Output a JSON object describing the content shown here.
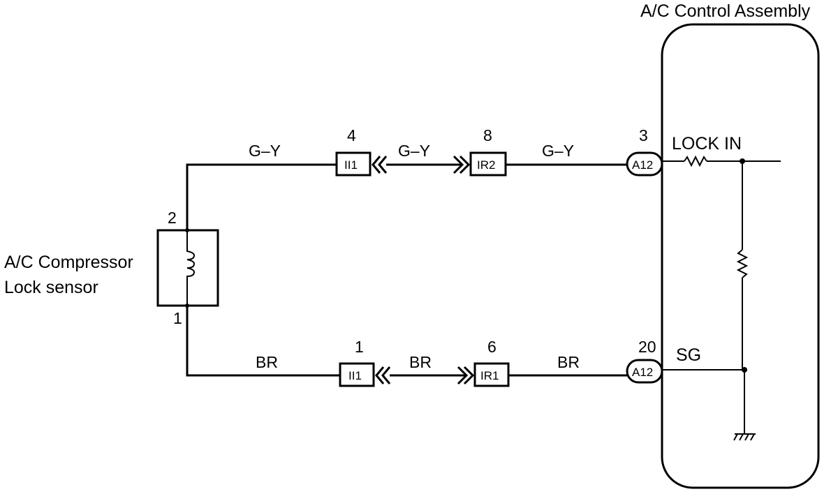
{
  "sensor": {
    "name_line1": "A/C Compressor",
    "name_line2": "Lock sensor",
    "pin_top": "2",
    "pin_bottom": "1"
  },
  "assembly": {
    "title": "A/C Control Assembly",
    "lock_in": "LOCK IN",
    "sg": "SG"
  },
  "top_wire": {
    "wire1": "G–Y",
    "wire2": "G–Y",
    "wire3": "G–Y",
    "conn_a": {
      "pin": "4",
      "label": "II1"
    },
    "conn_b": {
      "pin": "8",
      "label": "IR2"
    },
    "conn_c": {
      "pin": "3",
      "label": "A12"
    }
  },
  "bottom_wire": {
    "wire1": "BR",
    "wire2": "BR",
    "wire3": "BR",
    "conn_a": {
      "pin": "1",
      "label": "II1"
    },
    "conn_b": {
      "pin": "6",
      "label": "IR1"
    },
    "conn_c": {
      "pin": "20",
      "label": "A12"
    }
  }
}
